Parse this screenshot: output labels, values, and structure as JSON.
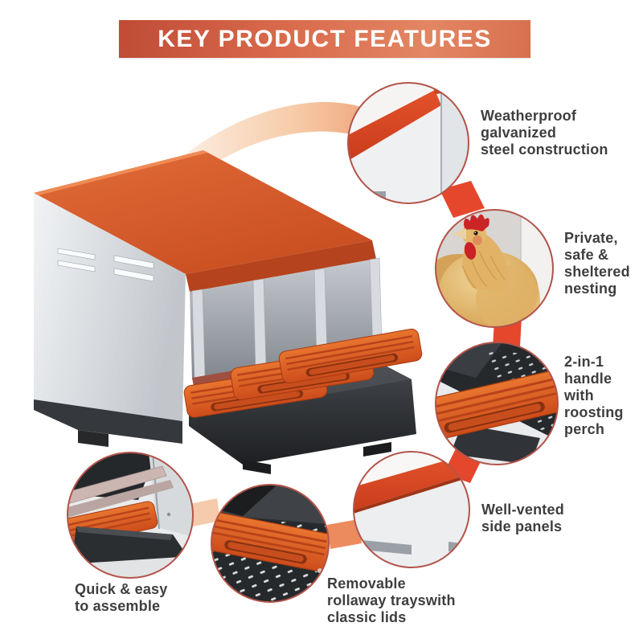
{
  "banner": {
    "title": "KEY PRODUCT FEATURES"
  },
  "features": [
    {
      "id": "weatherproof",
      "label": "Weatherproof\ngalvanized\nsteel construction"
    },
    {
      "id": "nesting",
      "label": "Private,\nsafe &\nsheltered\nnesting"
    },
    {
      "id": "handle",
      "label": "2-in-1\nhandle\nwith\nroosting\nperch"
    },
    {
      "id": "vents",
      "label": "Well-vented\nside panels"
    },
    {
      "id": "assemble",
      "label": "Quick & easy\nto assemble"
    },
    {
      "id": "trays",
      "label": "Removable\nrollaway trayswith\nclassic lids"
    }
  ],
  "colors": {
    "banner_gradient_left": "#bf4c36",
    "banner_gradient_right": "#e28663",
    "accent_orange": "#d4521f",
    "roof_orange": "#d45a2b",
    "ribbon_red": "#e5472c",
    "ribbon_peach": "#f5cbab",
    "circle_border": "#b2544a",
    "label_text": "#3e3e3e",
    "tray_black": "#26282b",
    "steel_gray": "#e4e7ea",
    "background": "#ffffff"
  }
}
